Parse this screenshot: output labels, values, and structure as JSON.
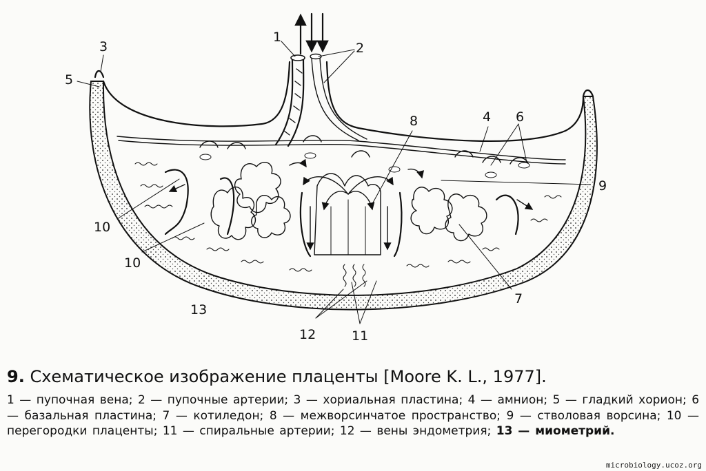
{
  "figure": {
    "labels": {
      "l1": "1",
      "l2": "2",
      "l3": "3",
      "l4": "4",
      "l5": "5",
      "l6": "6",
      "l7": "7",
      "l8": "8",
      "l9": "9",
      "l10a": "10",
      "l10b": "10",
      "l11": "11",
      "l12": "12",
      "l13": "13"
    }
  },
  "caption": {
    "number": "9.",
    "title": "Схематическое изображение плаценты [Moore K. L., 1977].",
    "legend": [
      "1 — пупочная вена;",
      "2 — пупочные артерии;",
      "3 — хориальная пластина;",
      "4 — амнион;",
      "5 — гладкий хорион;",
      "6 — базальная пластина;",
      "7 — котиледон;",
      "8 — межворсинчатое пространство;",
      "9 — стволовая ворсина;",
      "10 — перегородки плаценты;",
      "11 — спиральные артерии;",
      "12 — вены эндометрия;",
      "13 — миометрий."
    ]
  },
  "watermark": "microbiology.ucoz.org"
}
